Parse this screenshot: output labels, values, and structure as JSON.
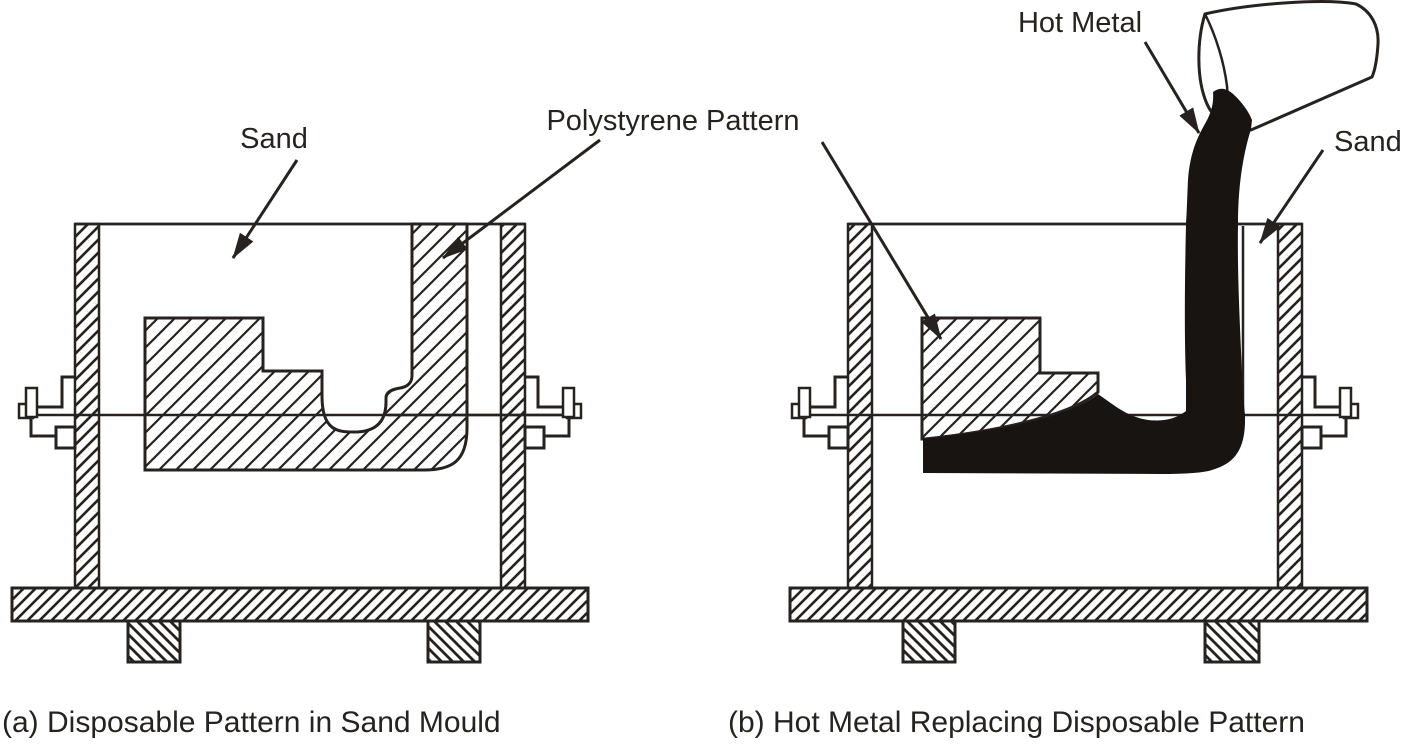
{
  "figure": {
    "background_color": "#ffffff",
    "ink_color": "#262220",
    "metal_color": "#181411",
    "labels": {
      "sand_left": "Sand",
      "polystyrene_pattern": "Polystyrene Pattern",
      "hot_metal": "Hot Metal",
      "sand_right": "Sand"
    },
    "captions": {
      "a": "(a) Disposable Pattern in Sand Mould",
      "b": "(b) Hot Metal Replacing Disposable Pattern"
    }
  }
}
